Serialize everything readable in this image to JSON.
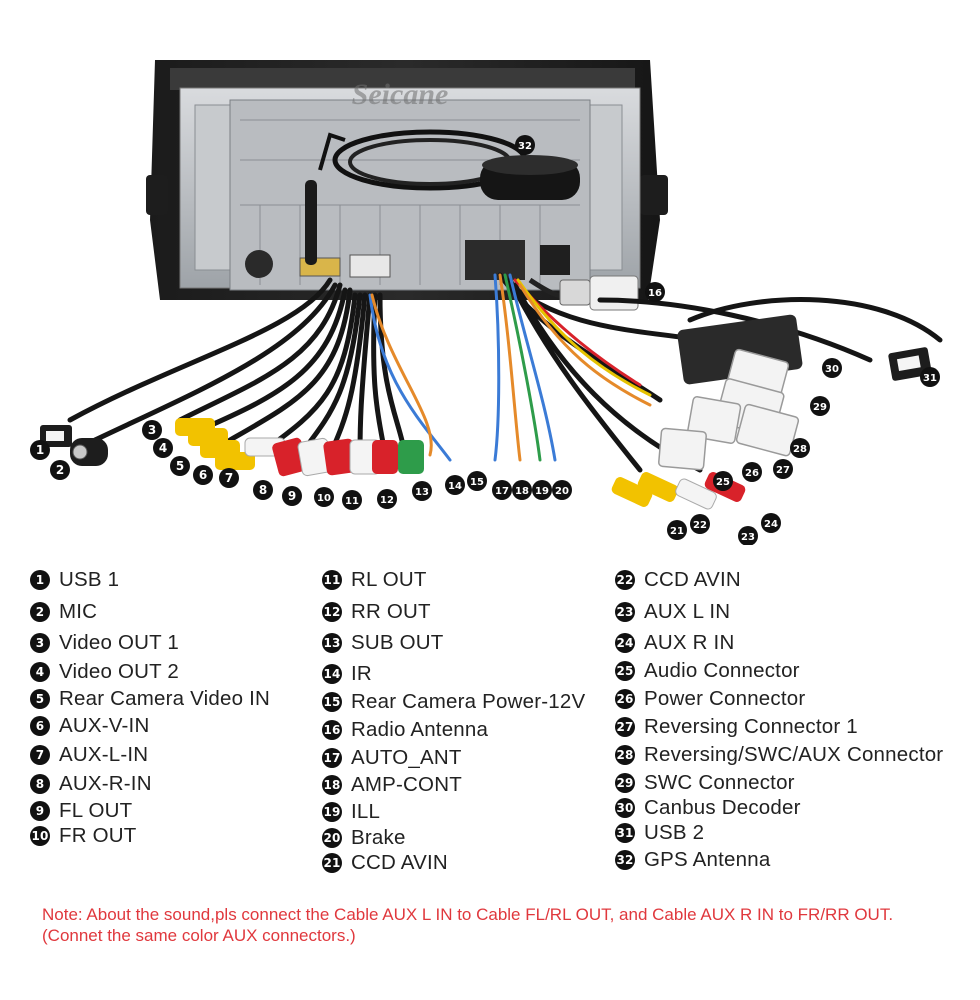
{
  "brand_watermark": "Seicane",
  "legend": [
    {
      "num": "1",
      "label": "USB 1"
    },
    {
      "num": "2",
      "label": "MIC"
    },
    {
      "num": "3",
      "label": "Video OUT 1"
    },
    {
      "num": "4",
      "label": "Video OUT 2"
    },
    {
      "num": "5",
      "label": "Rear Camera Video IN"
    },
    {
      "num": "6",
      "label": "AUX-V-IN"
    },
    {
      "num": "7",
      "label": "AUX-L-IN"
    },
    {
      "num": "8",
      "label": "AUX-R-IN"
    },
    {
      "num": "9",
      "label": "FL OUT"
    },
    {
      "num": "10",
      "label": "FR OUT"
    },
    {
      "num": "11",
      "label": "RL OUT"
    },
    {
      "num": "12",
      "label": "RR OUT"
    },
    {
      "num": "13",
      "label": "SUB OUT"
    },
    {
      "num": "14",
      "label": "IR"
    },
    {
      "num": "15",
      "label": "Rear Camera Power-12V"
    },
    {
      "num": "16",
      "label": "Radio Antenna"
    },
    {
      "num": "17",
      "label": "AUTO_ANT"
    },
    {
      "num": "18",
      "label": "AMP-CONT"
    },
    {
      "num": "19",
      "label": "ILL"
    },
    {
      "num": "20",
      "label": "Brake"
    },
    {
      "num": "21",
      "label": "CCD AVIN"
    },
    {
      "num": "22",
      "label": "CCD AVIN"
    },
    {
      "num": "23",
      "label": "AUX L IN"
    },
    {
      "num": "24",
      "label": "AUX R IN"
    },
    {
      "num": "25",
      "label": "Audio Connector"
    },
    {
      "num": "26",
      "label": "Power Connector"
    },
    {
      "num": "27",
      "label": "Reversing Connector 1"
    },
    {
      "num": "28",
      "label": "Reversing/SWC/AUX Connector"
    },
    {
      "num": "29",
      "label": "SWC Connector"
    },
    {
      "num": "30",
      "label": "Canbus Decoder"
    },
    {
      "num": "31",
      "label": "USB 2"
    },
    {
      "num": "32",
      "label": "GPS Antenna"
    }
  ],
  "note": "Note: About the sound,pls connect the Cable AUX L IN to Cable FL/RL OUT, and Cable AUX R IN to FR/RR OUT.(Connet the same color AUX connectors.)",
  "colors": {
    "note_red": "#e0383d",
    "rca_yellow": "#f2c200",
    "rca_red": "#d8222a",
    "rca_white": "#f4f4f4",
    "rca_green": "#2e9c4a",
    "badge": "#111111"
  }
}
